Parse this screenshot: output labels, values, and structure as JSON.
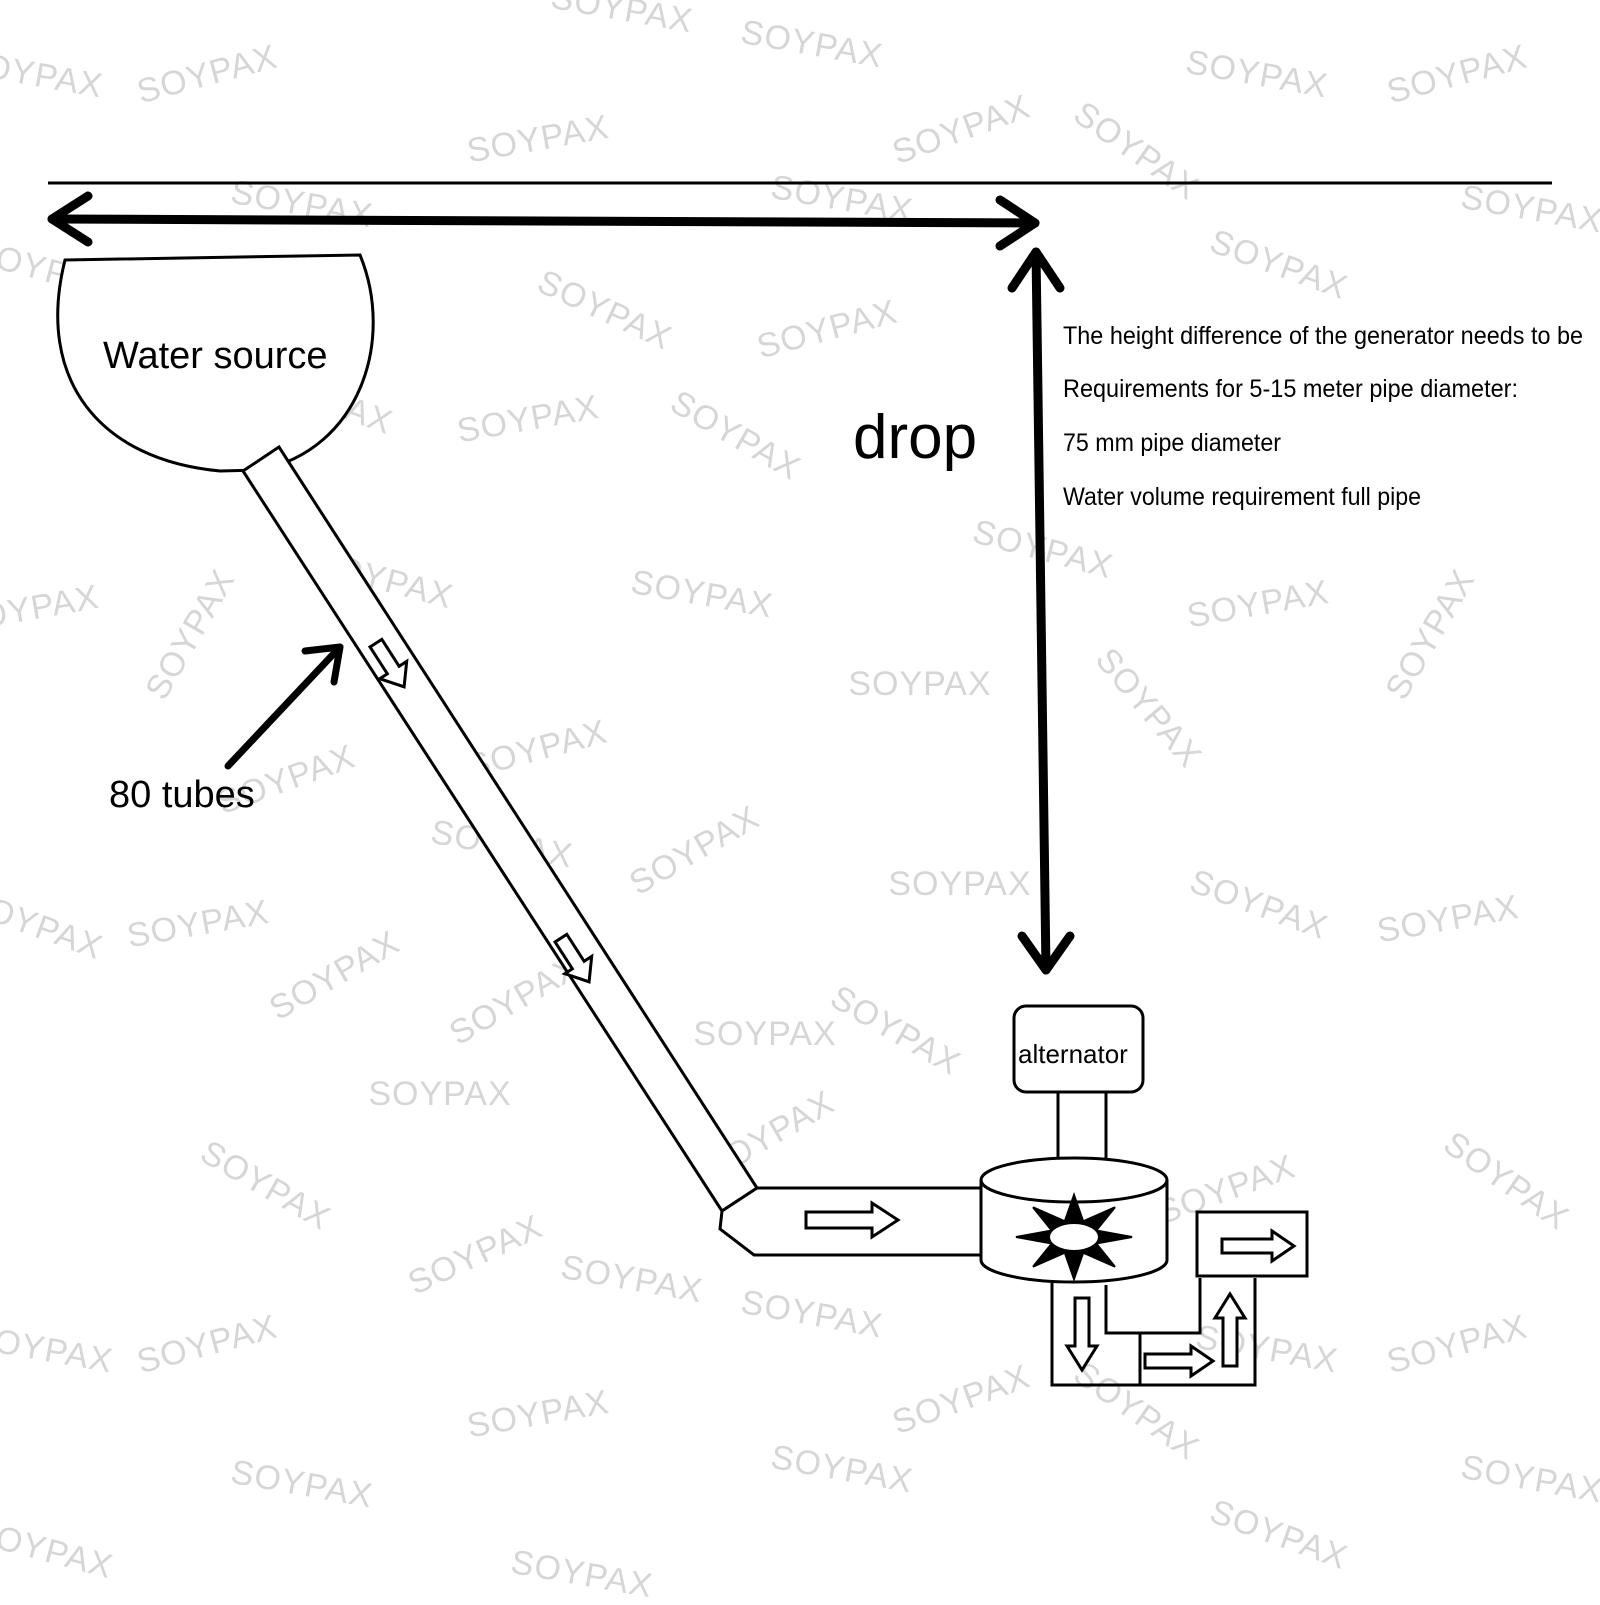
{
  "labels": {
    "water_source": "Water source",
    "drop": "drop",
    "tubes": "80 tubes",
    "alternator": "alternator"
  },
  "notes": [
    "The height difference of the generator needs to be",
    "Requirements for 5-15 meter pipe diameter:",
    "75 mm pipe diameter",
    "Water volume requirement full pipe"
  ],
  "watermark": "SOYPAX",
  "colors": {
    "line": "#000000",
    "watermark": "#d6d6d6",
    "background": "#ffffff"
  }
}
